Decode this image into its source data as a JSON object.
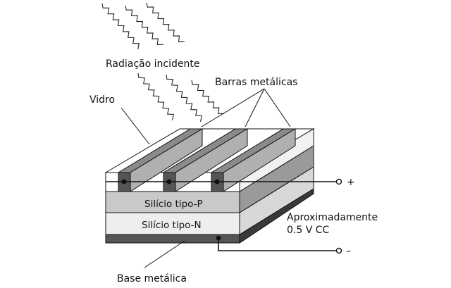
{
  "diagram": {
    "labels": {
      "radiation": "Radiação incidente",
      "glass": "Vidro",
      "metal_bars": "Barras metálicas",
      "p_silicon": "Silício tipo-P",
      "n_silicon": "Silício tipo-N",
      "voltage_line1": "Aproximadamente",
      "voltage_line2": "0.5 V CC",
      "base": "Base metálica",
      "plus": "+",
      "minus": "–"
    },
    "colors": {
      "outline": "#111111",
      "bar_dark": "#8a8a8a",
      "bar_light": "#b8b8b8",
      "p_layer": "#c9c9c9",
      "n_layer": "#eeeeee",
      "base": "#555555",
      "side_p": "#9a9a9a",
      "side_n": "#d8d8d8",
      "glass_top": "#ffffff"
    }
  }
}
